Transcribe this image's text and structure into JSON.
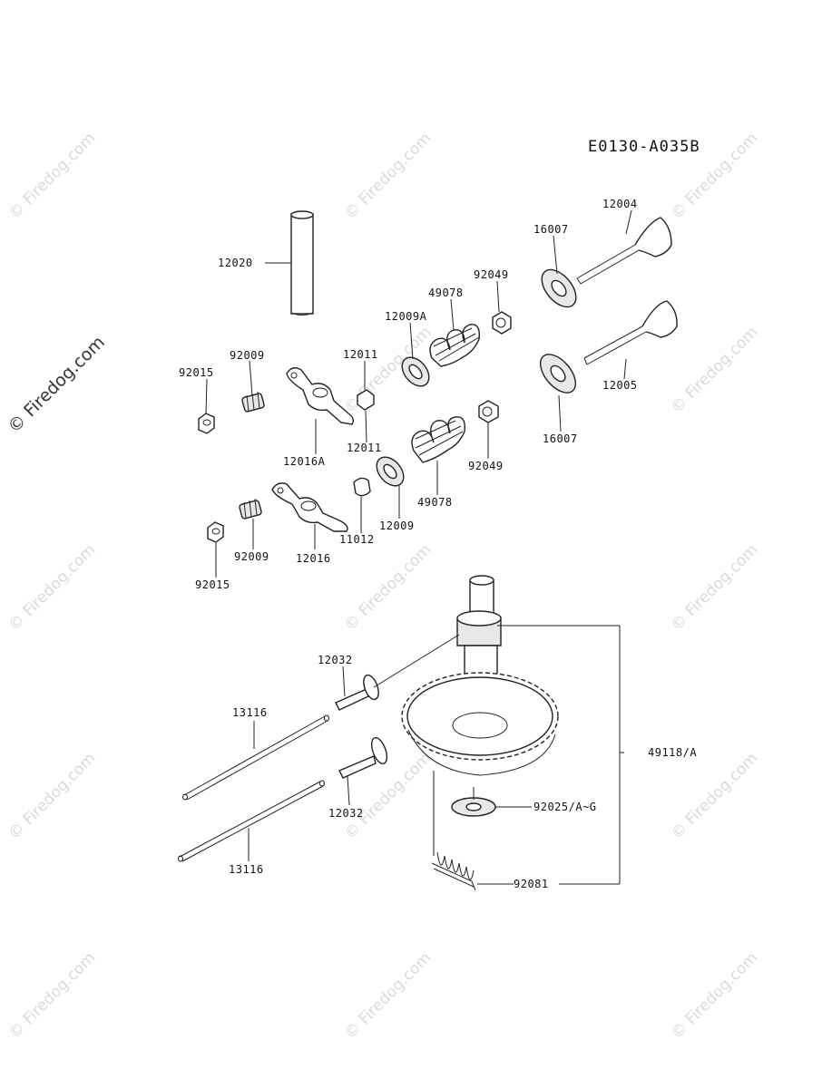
{
  "diagram_code": "E0130-A035B",
  "watermark": "© Firedog.com",
  "part_numbers": {
    "p12020": "12020",
    "p12004": "12004",
    "p16007_top": "16007",
    "p92049_top": "92049",
    "p49078_top": "49078",
    "p12009A": "12009A",
    "p92009_top": "92009",
    "p92015_top": "92015",
    "p12011_top": "12011",
    "p12011_bottom": "12011",
    "p12016A": "12016A",
    "p12005": "12005",
    "p16007_bottom": "16007",
    "p92049_bottom": "92049",
    "p49078_bottom": "49078",
    "p12009": "12009",
    "p11012": "11012",
    "p12016": "12016",
    "p92009_bottom": "92009",
    "p92015_bottom": "92015",
    "p12032_top": "12032",
    "p12032_bottom": "12032",
    "p13116_top": "13116",
    "p13116_bottom": "13116",
    "p49118A": "49118/A",
    "p92025": "92025/A~G",
    "p92081": "92081"
  }
}
